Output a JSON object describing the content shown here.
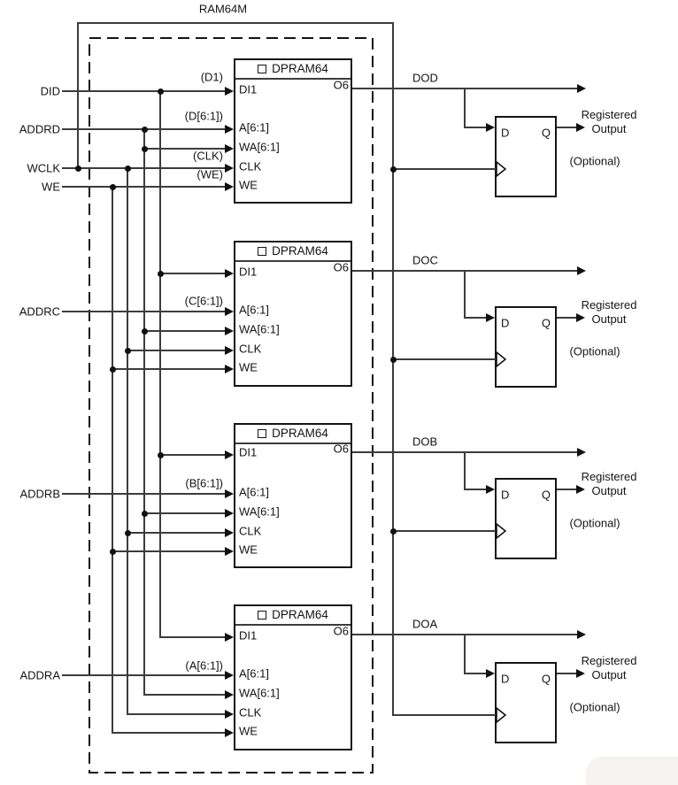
{
  "title": "RAM64M",
  "colors": {
    "ink": "#141414",
    "wire": "#3c3c3c",
    "background": "#ffffff"
  },
  "icons": {
    "component_marker": "square-icon",
    "clock_edge": "chevron-icon",
    "wire_terminator": "arrowhead-icon",
    "junction": "dot-icon"
  },
  "inputs": {
    "did": "DID",
    "addrd": "ADDRD",
    "wclk": "WCLK",
    "we": "WE",
    "addrc": "ADDRC",
    "addrb": "ADDRB",
    "addra": "ADDRA"
  },
  "ram_block": {
    "header": "DPRAM64",
    "pins": {
      "di": "DI1",
      "a": "A[6:1]",
      "wa": "WA[6:1]",
      "clk": "CLK",
      "we": "WE"
    },
    "out_pin": "O6"
  },
  "net_labels": {
    "d1": "(D1)",
    "d61": "(D[6:1])",
    "clk": "(CLK)",
    "we": "(WE)",
    "c61": "(C[6:1])",
    "b61": "(B[6:1])",
    "a61": "(A[6:1])"
  },
  "outputs": {
    "dod": "DOD",
    "doc": "DOC",
    "dob": "DOB",
    "doa": "DOA"
  },
  "flip_flop": {
    "d": "D",
    "q": "Q",
    "registered": "Registered",
    "output": "Output",
    "optional": "(Optional)"
  }
}
